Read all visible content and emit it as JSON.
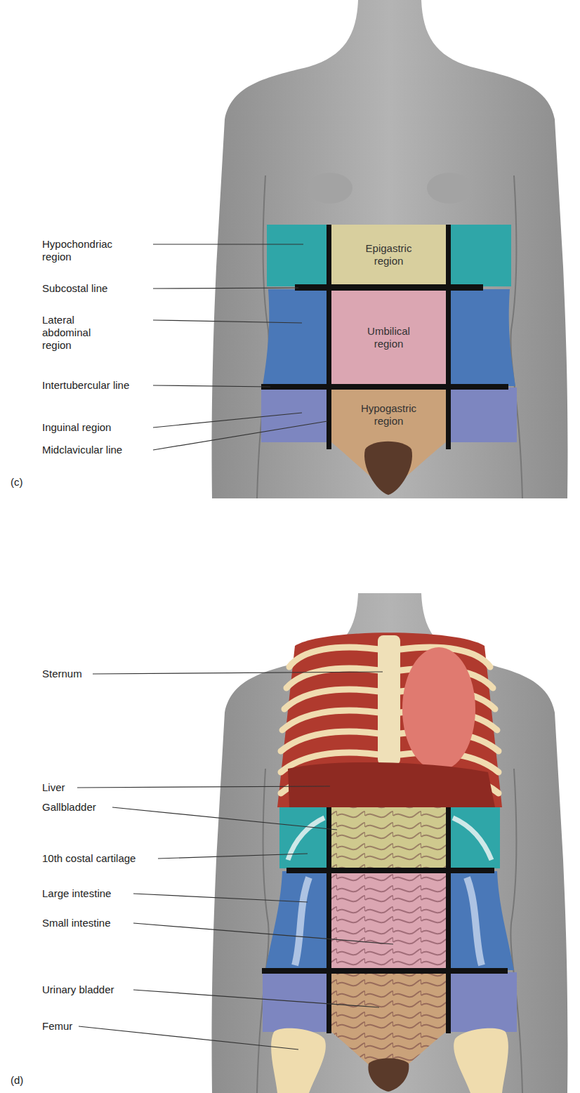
{
  "diagram": {
    "nodes": [
      {
        "text": [
          "Epigastric region"
        ]
      },
      {
        "text": [
          "Umbilical region"
        ]
      },
      {
        "text": [
          "Hypogastric region"
        ]
      }
    ],
    "labels": [
      "Hypochondriac region",
      "Subcostal line",
      "Lateral abdominal region",
      "Intertubercular line",
      "Inguinal region",
      "Midclavicular line",
      "(c)",
      "Sternum",
      "Liver",
      "Gallbladder",
      "10th costal cartilage",
      "Large intestine",
      "Small intestine",
      "Urinary bladder",
      "Femur",
      "(d)"
    ]
  }
}
